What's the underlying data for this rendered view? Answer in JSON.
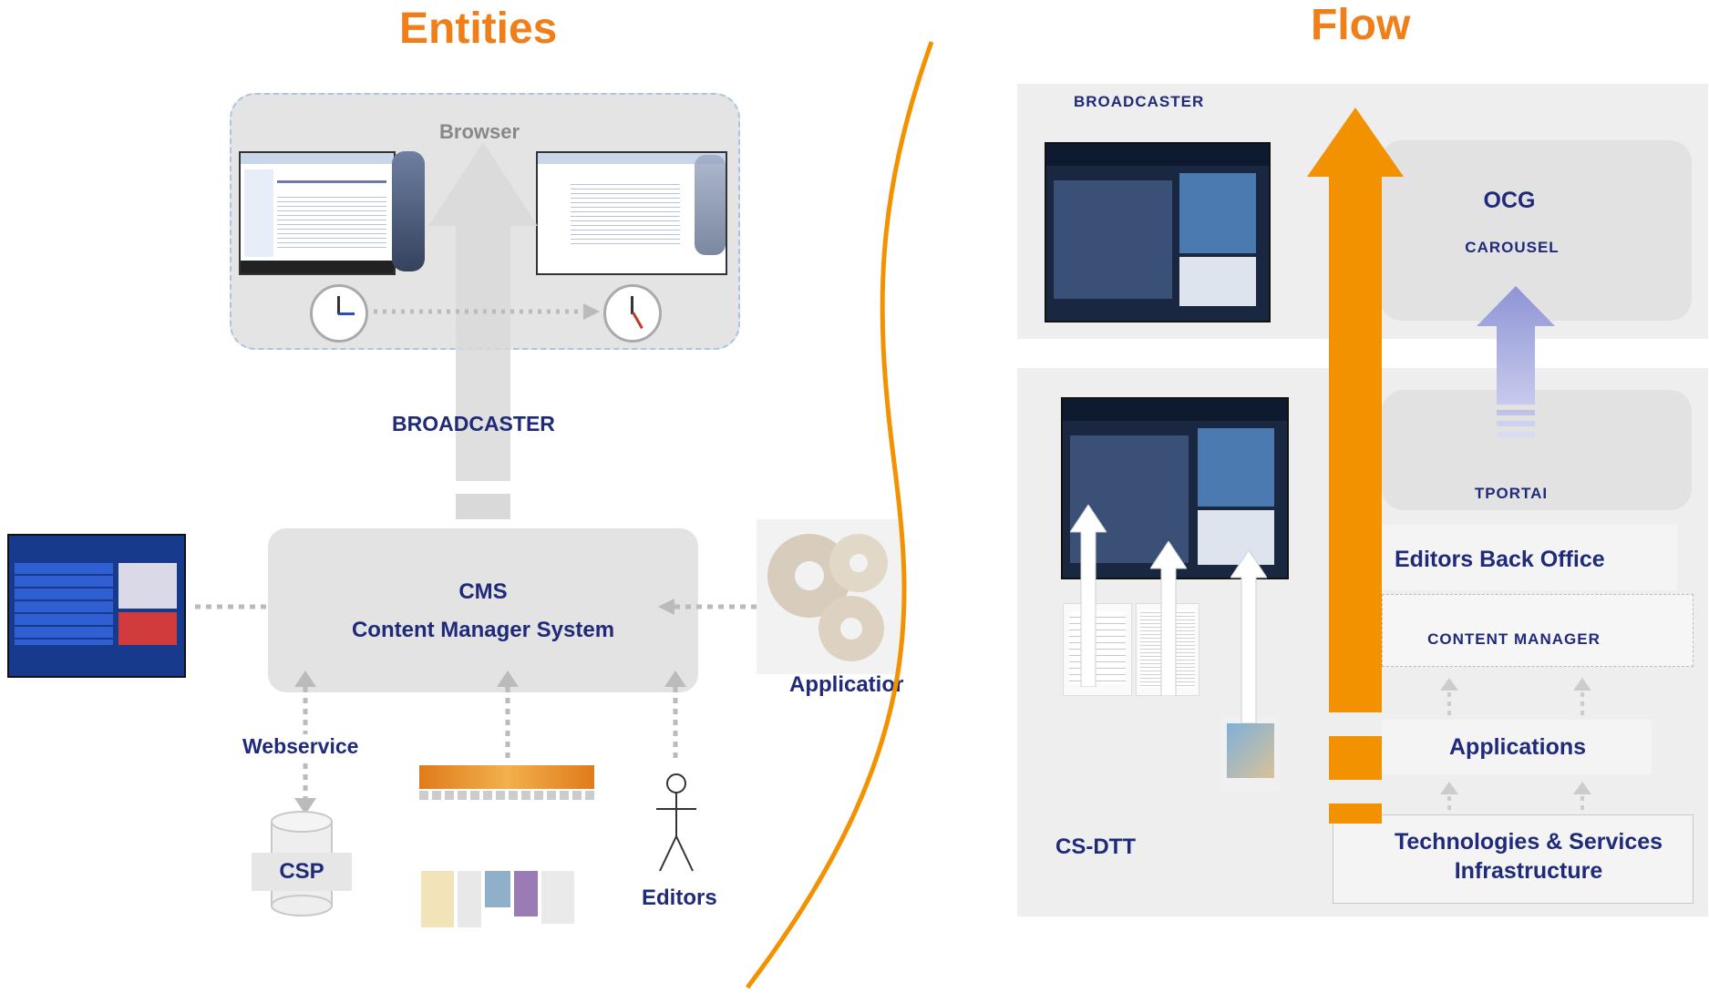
{
  "entities": {
    "title": "Entities",
    "browser_label": "Browser",
    "broadcaster_label": "BROADCASTER",
    "cms_label": "CMS",
    "cms_full_label": "Content Manager System",
    "application_label": "Applicatior",
    "webservice_label": "Webservice",
    "csp_label": "CSP",
    "editors_label": "Editors"
  },
  "flow": {
    "title": "Flow",
    "broadcaster_label": "BROADCASTER",
    "ocg_label": "OCG",
    "carousel_label": "CAROUSEL",
    "tportal_label": "TPORTAI",
    "editors_back_office_label": "Editors Back Office",
    "content_manager_label": "CONTENT MANAGER",
    "applications_label": "Applications",
    "tech_services_line1": "Technologies & Services",
    "tech_services_line2": "Infrastructure",
    "csdtt_label": "CS-DTT"
  },
  "colors": {
    "accent_orange": "#f39200",
    "navy_text": "#1f2a7a",
    "panel_gray": "#eeeeee"
  }
}
